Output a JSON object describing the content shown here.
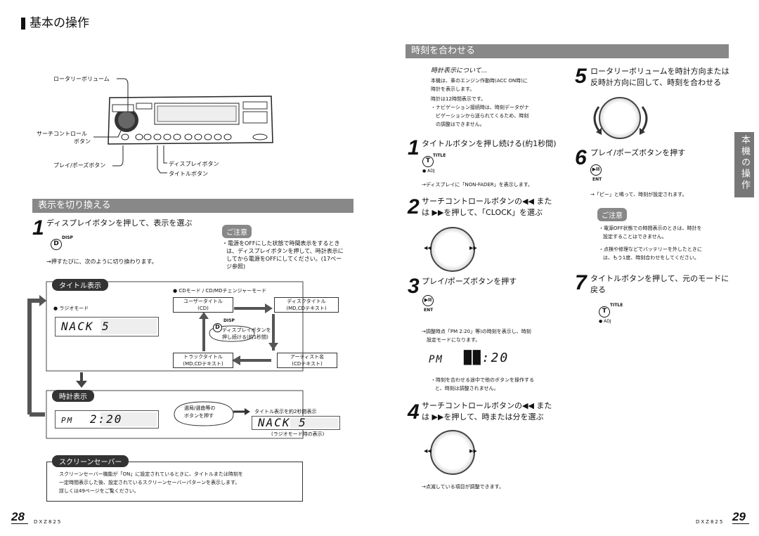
{
  "left": {
    "title": "基本の操作",
    "device_labels": {
      "rotary": "ロータリーボリューム",
      "search_l1": "サーチコントロール",
      "search_l2": "ボタン",
      "play_pause": "プレイ/ポーズボタン",
      "display": "ディスプレイボタン",
      "title_btn": "タイトルボタン"
    },
    "section_bar": "表示を切り換える",
    "step1": {
      "num": "1",
      "text": "ディスプレイボタンを押して、表示を選ぶ",
      "icon_label": "DISP",
      "icon_letter": "D",
      "note": "→押すたびに、次のように切り換わります。"
    },
    "caution": {
      "label": "ご注意",
      "lines": [
        "・電源をOFFにした状態で時間表示をするとき",
        "は、ディスプレイボタンを押して、時計表示に",
        "してから電源をOFFにしてください。(17ペー",
        "ジ参照)"
      ]
    },
    "flow": {
      "title_display": "タイトル表示",
      "cd_md_mode": "● CDモード / CD/MDチェンジャーモード",
      "radio_mode": "● ラジオモード",
      "lcd_name": "NACK 5",
      "user_title_l1": "ユーザータイトル",
      "user_title_l2": "(CD)",
      "disc_title_l1": "ディスクタイトル",
      "disc_title_l2": "(MD,CDテキスト)",
      "track_title_l1": "トラックタイトル",
      "track_title_l2": "(MD,CDテキスト)",
      "artist_l1": "アーティスト名",
      "artist_l2": "(CDテキスト)",
      "disp_label": "DISP",
      "disp_hold_l1": "ディスプレイボタンを",
      "disp_hold_l2": "押し続ける(約1秒間)",
      "clock_display": "時計表示",
      "clock_lcd_pm": "PM",
      "clock_lcd_time": "2:20",
      "station_l1": "選局/選曲等の",
      "station_l2": "ボタンを押す",
      "title_2sec": "タイトル表示を約2秒間表示",
      "radio_note": "(ラジオモード時の表示)"
    },
    "screensaver": {
      "label": "スクリーンセーバー",
      "lines": [
        "スクリーンセーバー機能が「ON」に設定されているときに、タイトルまたは時刻を",
        "一定時間表示した後、設定されているスクリーンセーバーパターンを表示します。",
        "詳しくは49ページをご覧ください。"
      ]
    },
    "page_num": "28",
    "model": "DXZ825"
  },
  "right": {
    "section_bar": "時刻を合わせる",
    "clock_about": {
      "heading": "時計表示について...",
      "lines": [
        "本機は、車のエンジン作動時(ACC ON時)に",
        "時計を表示します。",
        "時計は12時間表示です。",
        "・ナビゲーション接続時は、時刻データがナ",
        "ビゲーションから送られてくるため、時刻",
        "の調整はできません。"
      ]
    },
    "step1": {
      "num": "1",
      "text": "タイトルボタンを押し続ける(約1秒間)",
      "icon_top": "TITLE",
      "icon_letter": "T",
      "icon_bottom": "● ADJ",
      "note": "→ディスプレイに「NON-FADER」を表示します。"
    },
    "step2": {
      "num": "2",
      "line1": "サーチコントロールボタンの◀◀ また",
      "line2": "は ▶▶を押して、「CLOCK」を選ぶ"
    },
    "step3": {
      "num": "3",
      "text": "プレイ/ポーズボタンを押す",
      "icon_bottom": "ENT",
      "note_l1": "→調整時点「PM 2:20」等)の時刻を表示し、時刻",
      "note_l2": "設定モードになります。",
      "lcd_pm": "PM",
      "lcd_time": "██:20",
      "sub_l1": "・時刻を合わせる途中で他のボタンを操作する",
      "sub_l2": "と、時刻は調整されません。"
    },
    "step4": {
      "num": "4",
      "line1": "サーチコントロールボタンの◀◀ また",
      "line2": "は ▶▶を押して、時または分を選ぶ",
      "note": "→点滅している項目が調整できます。"
    },
    "step5": {
      "num": "5",
      "line1": "ロータリーボリュームを時計方向または",
      "line2": "反時計方向に回して、時刻を合わせる"
    },
    "step6": {
      "num": "6",
      "text": "プレイ/ポーズボタンを押す",
      "icon_bottom": "ENT",
      "note": "→「ピー」と鳴って、時刻が設定されます。"
    },
    "caution": {
      "label": "ご注意",
      "lines": [
        "・電源OFF状態での時間表示のときは、時計を",
        "設定することはできません。",
        "・点検や修理などでバッテリーを外したときに",
        "は、もう1度、時刻合わせをしてください。"
      ]
    },
    "step7": {
      "num": "7",
      "line1": "タイトルボタンを押して、元のモードに",
      "line2": "戻る",
      "icon_top": "TITLE",
      "icon_letter": "T",
      "icon_bottom": "● ADJ"
    },
    "side_tab": "本機の操作",
    "page_num": "29",
    "model": "DXZ825"
  },
  "colors": {
    "bar": "#888888",
    "dark_pill": "#333333"
  }
}
